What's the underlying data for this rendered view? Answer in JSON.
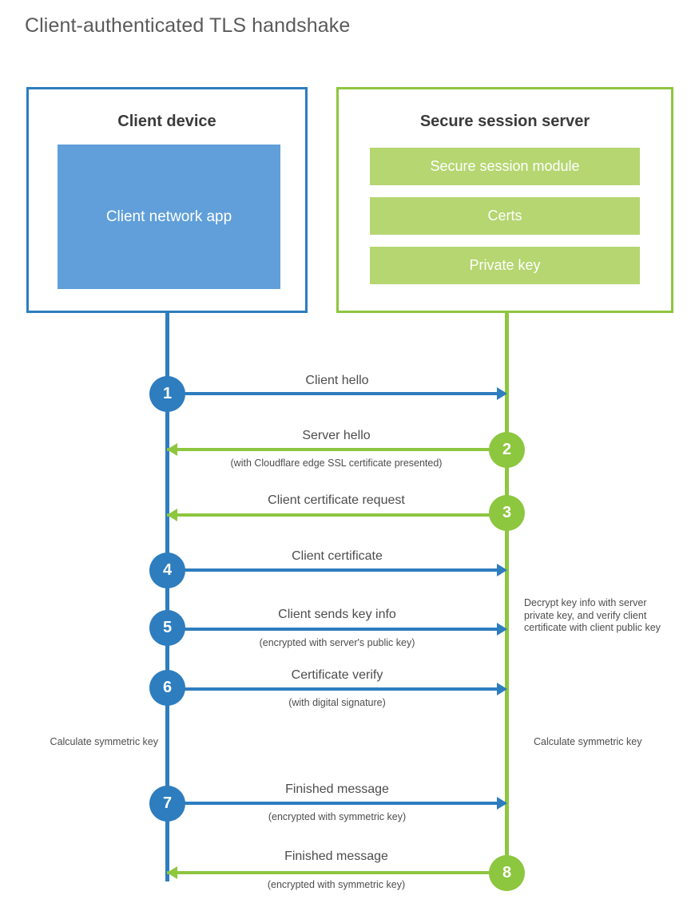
{
  "title": "Client-authenticated TLS handshake",
  "colors": {
    "blue_border": "#2d7dbf",
    "blue_fill": "#609fd9",
    "green_border": "#8dc63f",
    "green_fill": "#b5d670",
    "text": "#4d4d4d",
    "title_text": "#5a5a5a"
  },
  "client": {
    "title": "Client device",
    "app_label": "Client network app"
  },
  "server": {
    "title": "Secure session server",
    "items": [
      {
        "label": "Secure session module"
      },
      {
        "label": "Certs"
      },
      {
        "label": "Private key"
      }
    ]
  },
  "steps": [
    {
      "number": "1",
      "label": "Client hello",
      "sub": "",
      "direction": "client-to-server",
      "color": "blue"
    },
    {
      "number": "2",
      "label": "Server hello",
      "sub": "(with Cloudflare edge SSL certificate presented)",
      "direction": "server-to-client",
      "color": "green"
    },
    {
      "number": "3",
      "label": "Client certificate request",
      "sub": "",
      "direction": "server-to-client",
      "color": "green"
    },
    {
      "number": "4",
      "label": "Client certificate",
      "sub": "",
      "direction": "client-to-server",
      "color": "blue"
    },
    {
      "number": "5",
      "label": "Client sends key info",
      "sub": "(encrypted with server's public key)",
      "direction": "client-to-server",
      "color": "blue"
    },
    {
      "number": "6",
      "label": "Certificate verify",
      "sub": "(with digital signature)",
      "direction": "client-to-server",
      "color": "blue"
    },
    {
      "number": "7",
      "label": "Finished message",
      "sub": "(encrypted with symmetric key)",
      "direction": "client-to-server",
      "color": "blue"
    },
    {
      "number": "8",
      "label": "Finished message",
      "sub": "(encrypted with symmetric key)",
      "direction": "server-to-client",
      "color": "green"
    }
  ],
  "notes": {
    "decrypt": "Decrypt key info with server private key, and verify client certificate with client public key",
    "calculate_client": "Calculate symmetric key",
    "calculate_server": "Calculate symmetric key"
  }
}
